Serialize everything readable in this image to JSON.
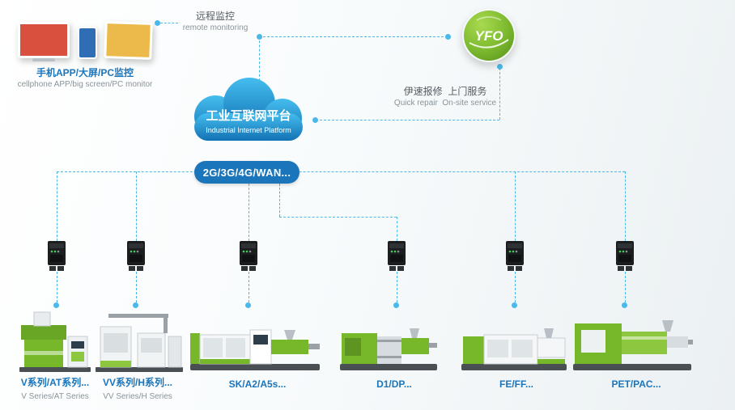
{
  "colors": {
    "line": "#4ab9e9",
    "accent_blue": "#1b75bb",
    "green": "#76b82a",
    "green_light": "#8dc63f",
    "text_gray": "#8a9499",
    "text_dark": "#555b60",
    "device_red": "#d9503f",
    "device_blue": "#2f6db5",
    "device_yellow": "#ecba4b",
    "cloud_top": "#45bdee",
    "cloud_bottom": "#1272b4"
  },
  "devices": {
    "label_zh": "手机APP/大屏/PC监控",
    "label_en": "cellphone APP/big screen/PC monitor"
  },
  "remote_monitoring": {
    "label_zh": "远程监控",
    "label_en": "remote monitoring"
  },
  "logo": {
    "text": "YFO"
  },
  "service": {
    "label_zh": "伊速报修  上门服务",
    "label_en": "Quick repair  On-site service"
  },
  "platform": {
    "title_zh": "工业互联网平台",
    "title_en": "Industrial Internet Platform"
  },
  "network": {
    "label": "2G/3G/4G/WAN..."
  },
  "branches": [
    {
      "label_zh": "V系列/AT系列...",
      "label_en": "V Series/AT Series"
    },
    {
      "label_zh": "VV系列/H系列...",
      "label_en": "VV Series/H Series"
    },
    {
      "label_zh": "SK/A2/A5s...",
      "label_en": ""
    },
    {
      "label_zh": "D1/DP...",
      "label_en": ""
    },
    {
      "label_zh": "FE/FF...",
      "label_en": ""
    },
    {
      "label_zh": "PET/PAC...",
      "label_en": ""
    }
  ]
}
